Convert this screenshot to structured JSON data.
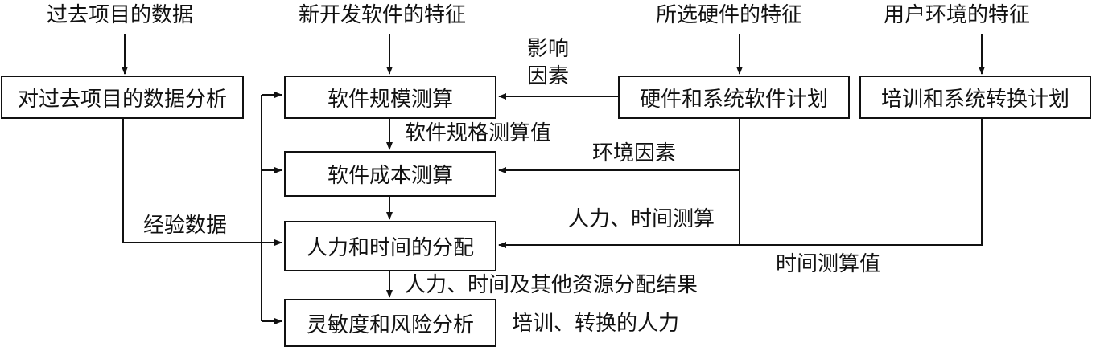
{
  "inputs": {
    "past_data": "过去项目的数据",
    "new_software": "新开发软件的特征",
    "hardware": "所选硬件的特征",
    "user_env": "用户环境的特征"
  },
  "boxes": {
    "analysis": "对过去项目的数据分析",
    "size_estimation": "软件规模测算",
    "hardware_plan": "硬件和系统软件计划",
    "training_plan": "培训和系统转换计划",
    "cost_estimation": "软件成本测算",
    "allocation": "人力和时间的分配",
    "sensitivity": "灵敏度和风险分析"
  },
  "labels": {
    "influence_1": "影响",
    "influence_2": "因素",
    "size_value": "软件规格测算值",
    "env_factors": "环境因素",
    "experience": "经验数据",
    "manpower_time": "人力、时间测算",
    "time_value": "时间测算值",
    "allocation_result": "人力、时间及其他资源分配结果",
    "training_manpower": "培训、转换的人力"
  }
}
